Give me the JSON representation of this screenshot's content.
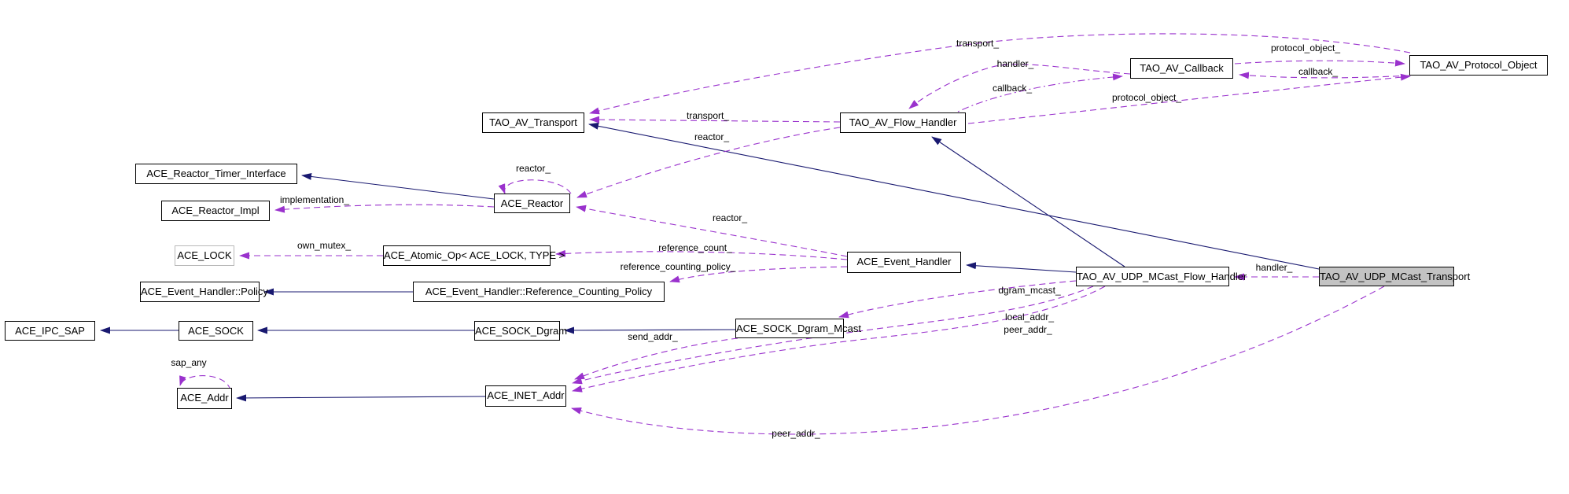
{
  "diagram": {
    "kind": "doxygen-collaboration-graph",
    "focus_class": "TAO_AV_UDP_MCast_Transport",
    "colors": {
      "background": "#ffffff",
      "inheritance_edge": "#191970",
      "usage_edge": "#9a32cd",
      "node_border": "#000000",
      "template_node_border": "#b9b9b9",
      "focus_node_fill": "#c3c3c3"
    },
    "nodes": [
      {
        "id": "ace-reactor-timer-interface",
        "label": "ACE_Reactor_Timer_Interface"
      },
      {
        "id": "ace-reactor-impl",
        "label": "ACE_Reactor_Impl"
      },
      {
        "id": "ace-reactor",
        "label": "ACE_Reactor"
      },
      {
        "id": "ace-lock",
        "label": "ACE_LOCK"
      },
      {
        "id": "ace-atomic-op",
        "label": "ACE_Atomic_Op< ACE_LOCK, TYPE >"
      },
      {
        "id": "ace-event-handler",
        "label": "ACE_Event_Handler"
      },
      {
        "id": "ace-event-handler-policy",
        "label": "ACE_Event_Handler::Policy"
      },
      {
        "id": "ace-event-handler-reference-counting-policy",
        "label": "ACE_Event_Handler::Reference_Counting_Policy"
      },
      {
        "id": "tao-av-transport",
        "label": "TAO_AV_Transport"
      },
      {
        "id": "tao-av-flow-handler",
        "label": "TAO_AV_Flow_Handler"
      },
      {
        "id": "tao-av-callback",
        "label": "TAO_AV_Callback"
      },
      {
        "id": "tao-av-protocol-object",
        "label": "TAO_AV_Protocol_Object"
      },
      {
        "id": "tao-av-udp-mcast-flow-handler",
        "label": "TAO_AV_UDP_MCast_Flow_Handler"
      },
      {
        "id": "tao-av-udp-mcast-transport",
        "label": "TAO_AV_UDP_MCast_Transport"
      },
      {
        "id": "ace-ipc-sap",
        "label": "ACE_IPC_SAP"
      },
      {
        "id": "ace-sock",
        "label": "ACE_SOCK"
      },
      {
        "id": "ace-sock-dgram",
        "label": "ACE_SOCK_Dgram"
      },
      {
        "id": "ace-sock-dgram-mcast",
        "label": "ACE_SOCK_Dgram_Mcast"
      },
      {
        "id": "ace-addr",
        "label": "ACE_Addr"
      },
      {
        "id": "ace-inet-addr",
        "label": "ACE_INET_Addr"
      }
    ],
    "edges": [
      {
        "from": "TAO_AV_UDP_MCast_Transport",
        "to": "TAO_AV_Transport",
        "type": "inheritance",
        "label": ""
      },
      {
        "from": "TAO_AV_UDP_MCast_Flow_Handler",
        "to": "TAO_AV_Flow_Handler",
        "type": "inheritance",
        "label": ""
      },
      {
        "from": "TAO_AV_UDP_MCast_Flow_Handler",
        "to": "ACE_Event_Handler",
        "type": "inheritance",
        "label": ""
      },
      {
        "from": "ACE_Reactor",
        "to": "ACE_Reactor_Timer_Interface",
        "type": "inheritance",
        "label": ""
      },
      {
        "from": "ACE_SOCK",
        "to": "ACE_IPC_SAP",
        "type": "inheritance",
        "label": ""
      },
      {
        "from": "ACE_SOCK_Dgram",
        "to": "ACE_SOCK",
        "type": "inheritance",
        "label": ""
      },
      {
        "from": "ACE_SOCK_Dgram_Mcast",
        "to": "ACE_SOCK_Dgram",
        "type": "inheritance",
        "label": ""
      },
      {
        "from": "ACE_INET_Addr",
        "to": "ACE_Addr",
        "type": "inheritance",
        "label": ""
      },
      {
        "from": "ACE_Event_Handler::Reference_Counting_Policy",
        "to": "ACE_Event_Handler::Policy",
        "type": "inheritance",
        "label": ""
      },
      {
        "from": "TAO_AV_Protocol_Object",
        "to": "TAO_AV_Transport",
        "type": "usage",
        "label": "transport_"
      },
      {
        "from": "TAO_AV_Callback",
        "to": "TAO_AV_Flow_Handler",
        "type": "usage",
        "label": "handler_"
      },
      {
        "from": "TAO_AV_Flow_Handler",
        "to": "TAO_AV_Callback",
        "type": "usage",
        "label": "callback_"
      },
      {
        "from": "TAO_AV_Callback",
        "to": "TAO_AV_Protocol_Object",
        "type": "usage",
        "label": "protocol_object_"
      },
      {
        "from": "TAO_AV_Protocol_Object",
        "to": "TAO_AV_Callback",
        "type": "usage",
        "label": "callback_"
      },
      {
        "from": "TAO_AV_Flow_Handler",
        "to": "TAO_AV_Protocol_Object",
        "type": "usage",
        "label": "protocol_object_"
      },
      {
        "from": "TAO_AV_Flow_Handler",
        "to": "TAO_AV_Transport",
        "type": "usage",
        "label": "transport_"
      },
      {
        "from": "TAO_AV_Flow_Handler",
        "to": "ACE_Reactor",
        "type": "usage",
        "label": "reactor_"
      },
      {
        "from": "ACE_Reactor",
        "to": "ACE_Reactor",
        "type": "usage",
        "label": "reactor_"
      },
      {
        "from": "ACE_Reactor",
        "to": "ACE_Reactor_Impl",
        "type": "usage",
        "label": "implementation_"
      },
      {
        "from": "ACE_Event_Handler",
        "to": "ACE_Reactor",
        "type": "usage",
        "label": "reactor_"
      },
      {
        "from": "ACE_Atomic_Op< ACE_LOCK, TYPE >",
        "to": "ACE_LOCK",
        "type": "usage",
        "label": "own_mutex_"
      },
      {
        "from": "ACE_Event_Handler",
        "to": "ACE_Atomic_Op< ACE_LOCK, TYPE >",
        "type": "usage",
        "label": "reference_count_"
      },
      {
        "from": "ACE_Event_Handler",
        "to": "ACE_Event_Handler::Reference_Counting_Policy",
        "type": "usage",
        "label": "reference_counting_policy_"
      },
      {
        "from": "TAO_AV_UDP_MCast_Transport",
        "to": "TAO_AV_UDP_MCast_Flow_Handler",
        "type": "usage",
        "label": "handler_"
      },
      {
        "from": "TAO_AV_UDP_MCast_Flow_Handler",
        "to": "ACE_SOCK_Dgram_Mcast",
        "type": "usage",
        "label": "dgram_mcast_"
      },
      {
        "from": "TAO_AV_UDP_MCast_Flow_Handler",
        "to": "ACE_INET_Addr",
        "type": "usage",
        "label": "local_addr_"
      },
      {
        "from": "TAO_AV_UDP_MCast_Flow_Handler",
        "to": "ACE_INET_Addr",
        "type": "usage",
        "label": "peer_addr_"
      },
      {
        "from": "ACE_SOCK_Dgram_Mcast",
        "to": "ACE_INET_Addr",
        "type": "usage",
        "label": "send_addr_"
      },
      {
        "from": "ACE_Addr",
        "to": "ACE_Addr",
        "type": "usage",
        "label": "sap_any"
      },
      {
        "from": "TAO_AV_UDP_MCast_Transport",
        "to": "ACE_INET_Addr",
        "type": "usage",
        "label": "peer_addr_"
      }
    ]
  }
}
